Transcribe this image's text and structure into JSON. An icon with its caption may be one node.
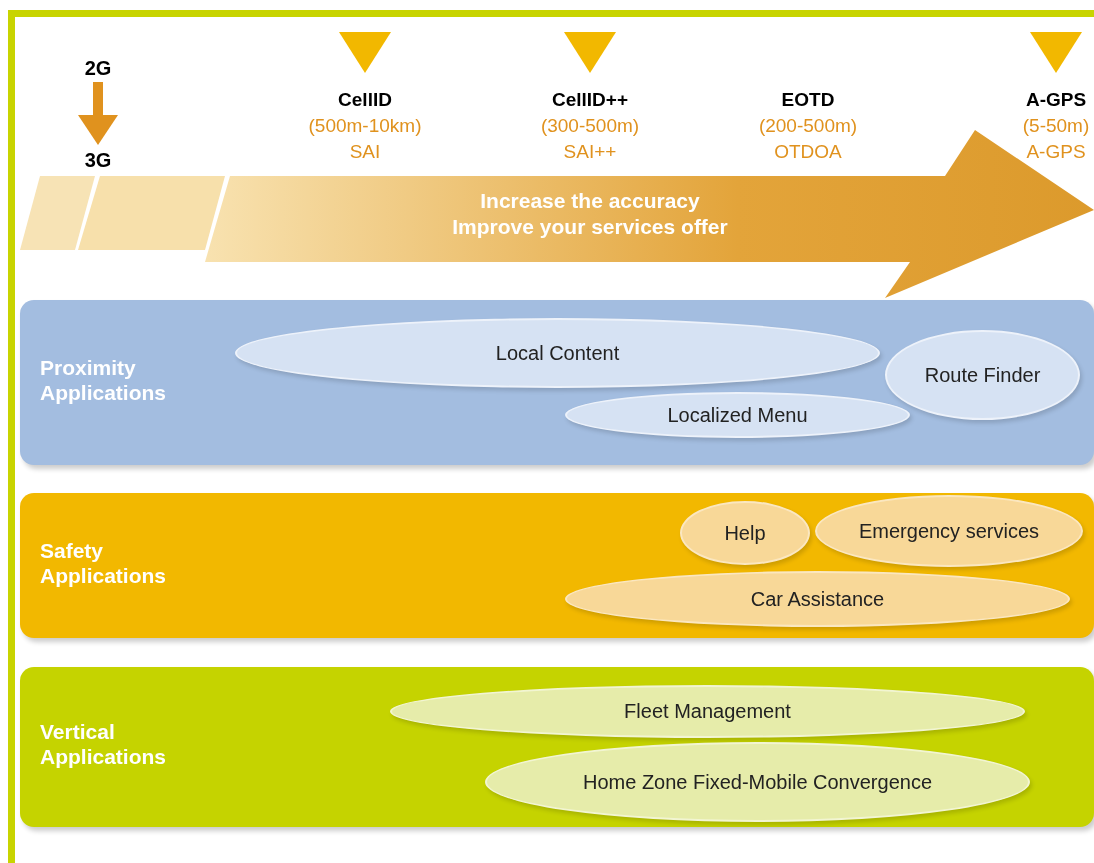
{
  "diagram": {
    "nodes": [
      {
        "text": [
          "2G"
        ]
      },
      {
        "text": [
          "3G"
        ]
      },
      {
        "text": [
          "Increase the accuracy Improve your services offer"
        ]
      },
      {
        "text": [
          "Proximity Applications"
        ]
      },
      {
        "text": [
          "Local Content"
        ],
        "in": 3
      },
      {
        "text": [
          "Route Finder"
        ],
        "in": 3
      },
      {
        "text": [
          "Localized Menu"
        ],
        "in": 3
      },
      {
        "text": [
          "Safety Applications"
        ]
      },
      {
        "text": [
          "Help"
        ],
        "in": 7
      },
      {
        "text": [
          "Emergency services"
        ],
        "in": 7
      },
      {
        "text": [
          "Car Assistance"
        ],
        "in": 7
      },
      {
        "text": [
          "Vertical Applications"
        ]
      },
      {
        "text": [
          "Fleet Management"
        ],
        "in": 11
      },
      {
        "text": [
          "Home Zone Fixed-Mobile Convergence"
        ],
        "in": 11
      }
    ],
    "edges": [
      {
        "from": 0,
        "to": 1,
        "arrow": "to"
      }
    ],
    "labels": [
      "CellID",
      "(500m-10km)",
      "SAI",
      "CellID++",
      "(300-500m)",
      "SAI++",
      "EOTD",
      "(200-500m)",
      "OTDOA",
      "A-GPS",
      "(5-50m)",
      "A-GPS"
    ]
  }
}
